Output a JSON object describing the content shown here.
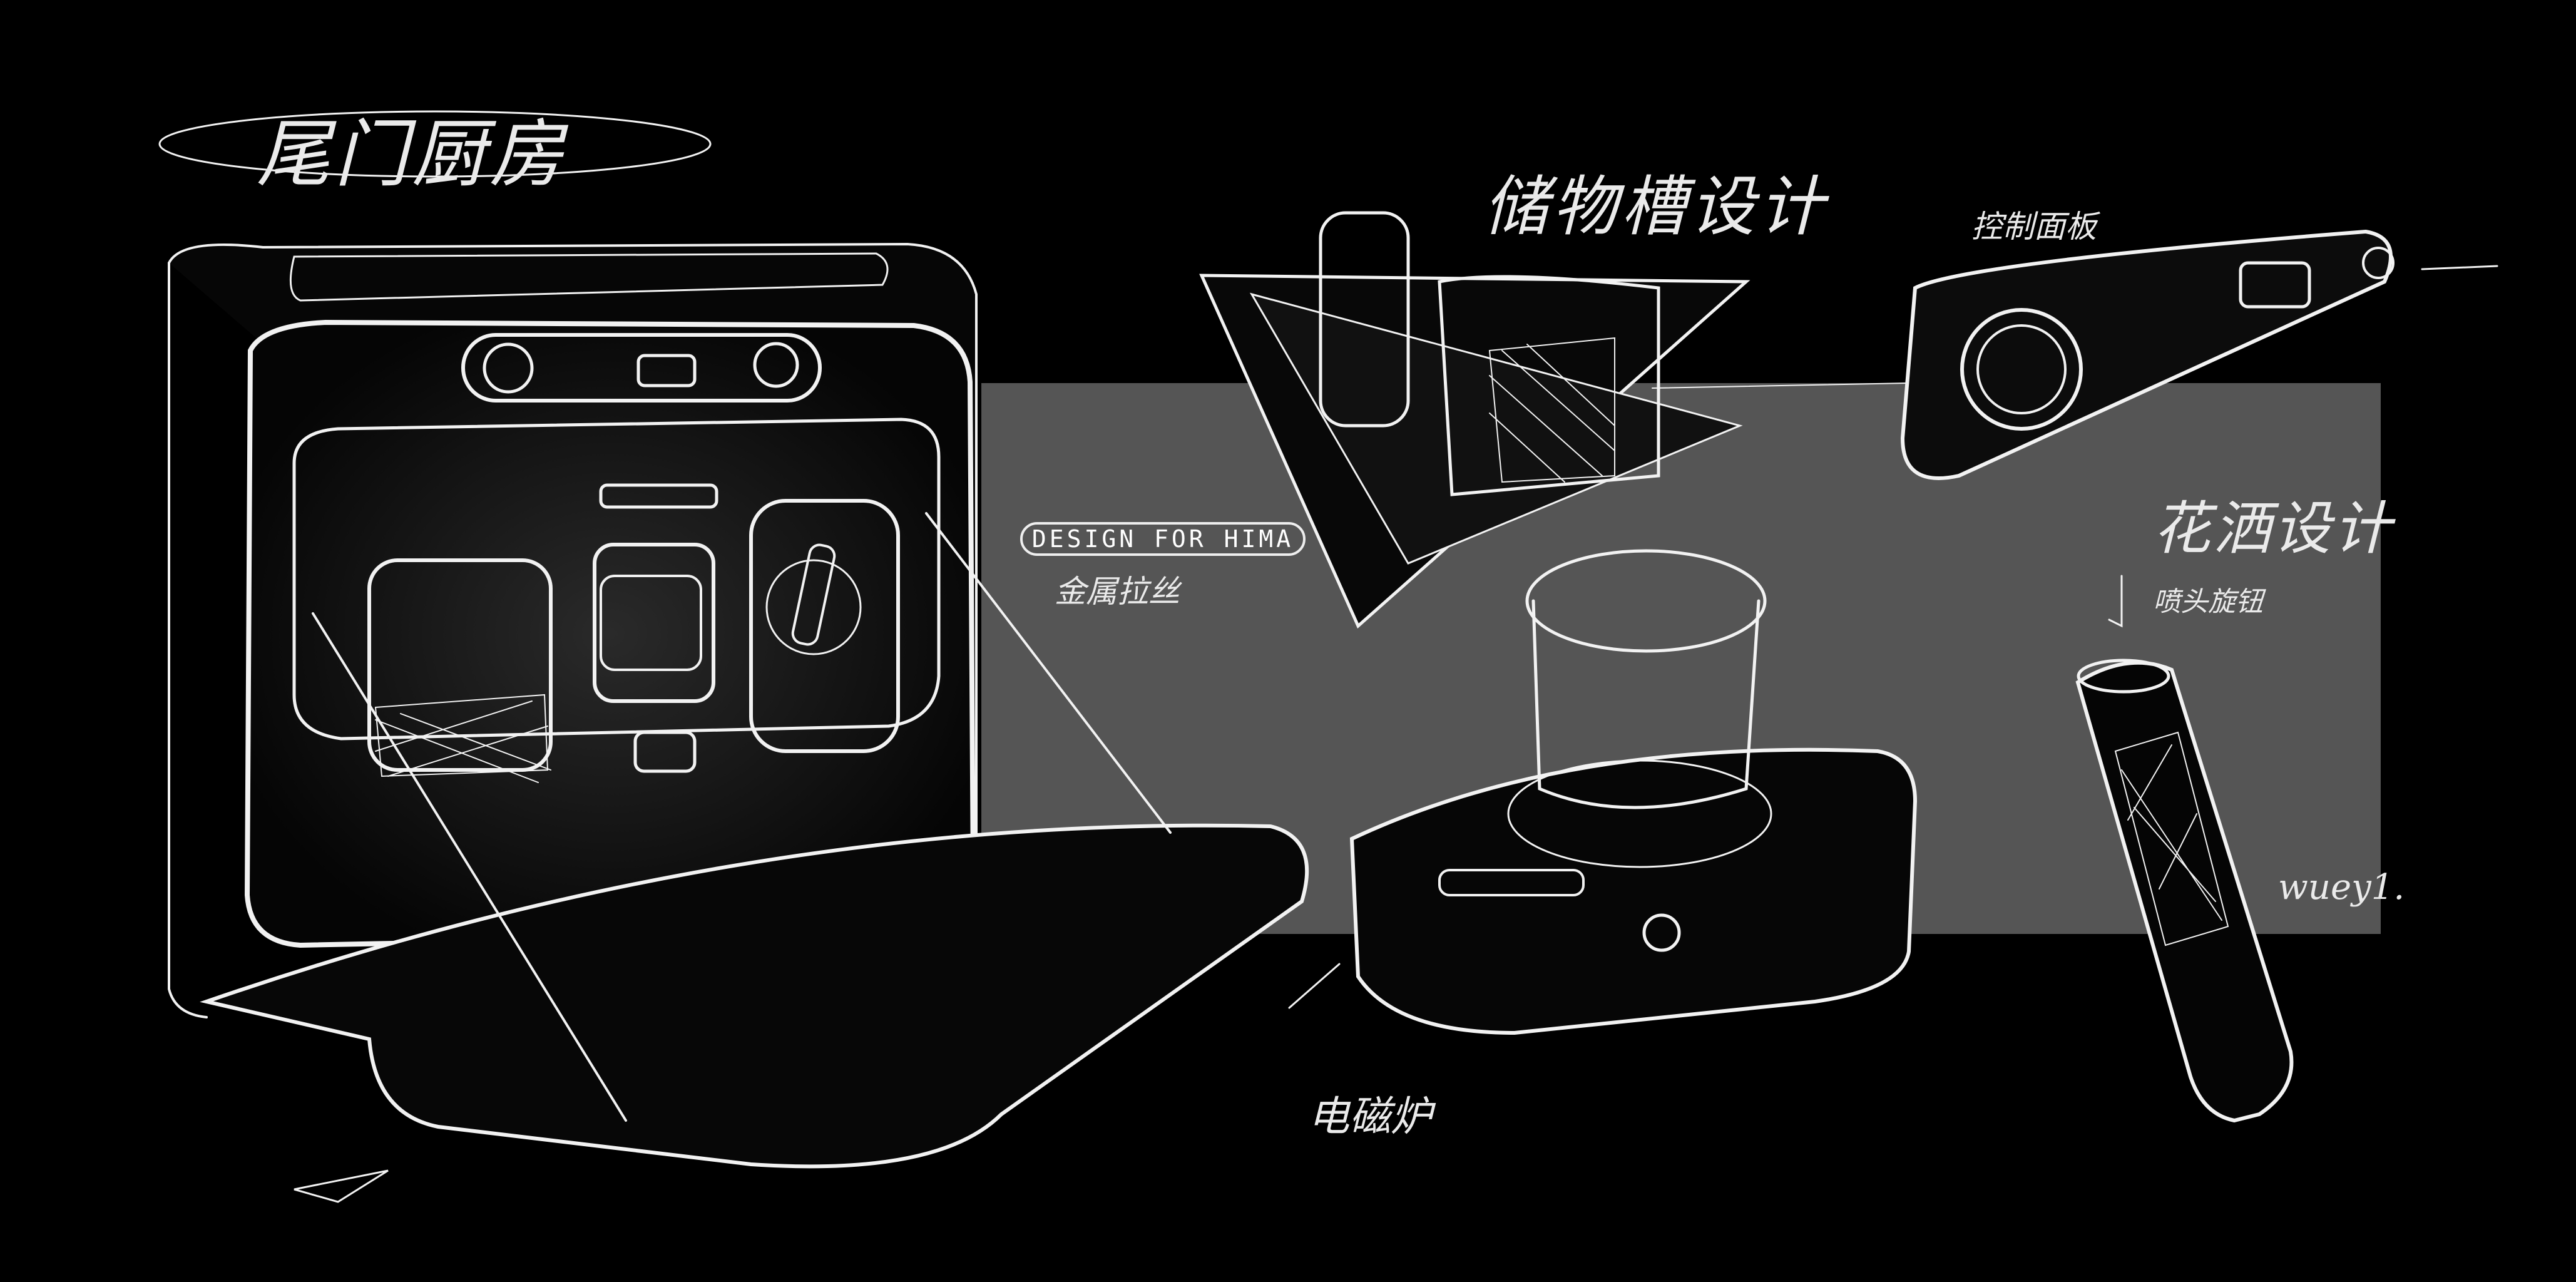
{
  "title": "尾门厨房",
  "storage_label": "储物槽设计",
  "panel_label": "控制面板",
  "shower_label": "花洒设计",
  "nozzle_label": "喷头旋钮",
  "badge_text": "DESIGN FOR HIMA",
  "metal_label": "金属拉丝",
  "stove_label": "电磁炉",
  "signature": "wuey1.",
  "colors": {
    "background": "#000000",
    "panel": "#555555",
    "stroke": "#f2f2f2"
  }
}
